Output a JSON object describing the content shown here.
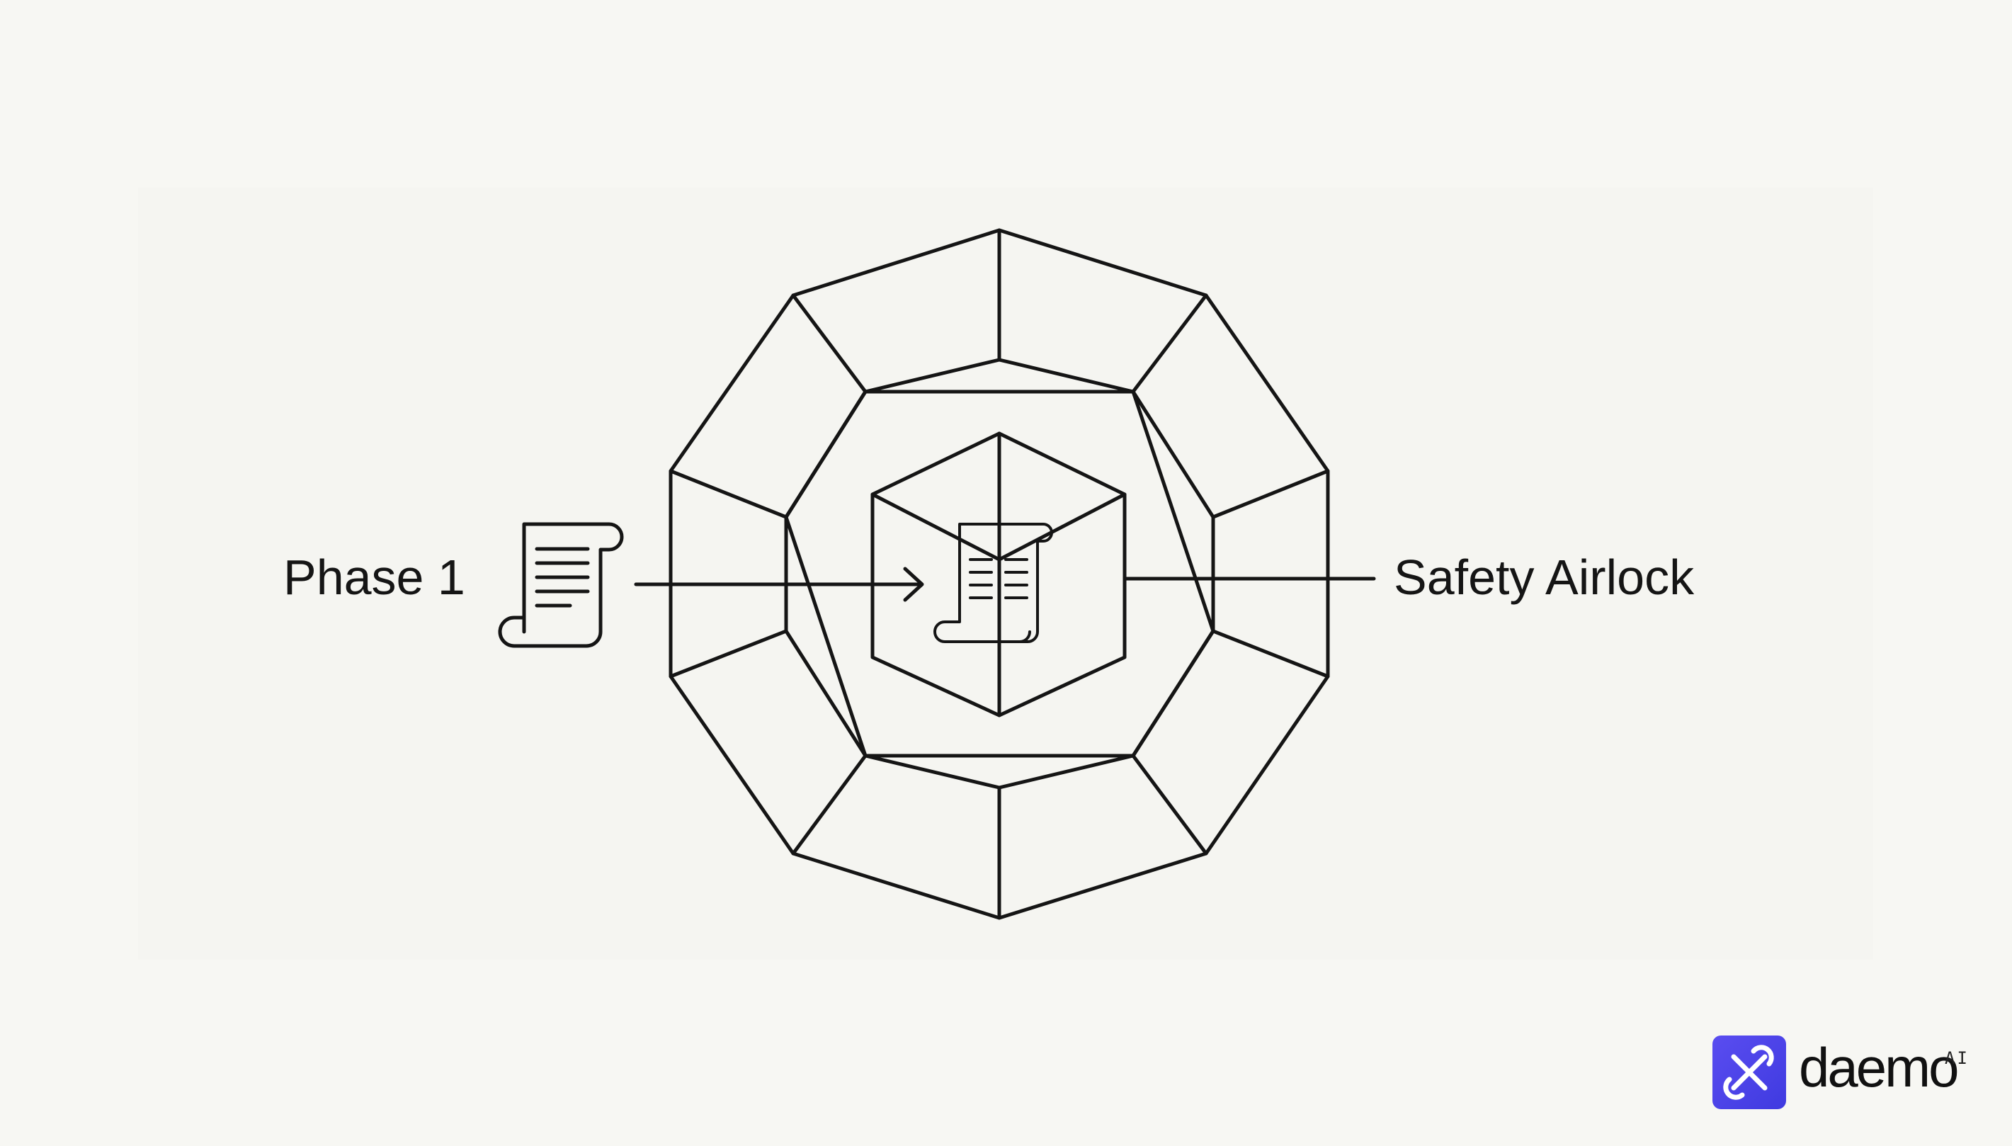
{
  "diagram": {
    "left_label": "Phase 1",
    "right_label": "Safety Airlock",
    "stroke_color": "#151515",
    "background": "#f7f7f3"
  },
  "icons": {
    "outer_document": "scroll-document-icon",
    "inner_document": "scroll-document-icon",
    "shield": "nested-polygon-shield-icon",
    "cube": "cube-icon"
  },
  "brand": {
    "name": "daemo",
    "suffix": "AI",
    "logo_color": "#4c43ea",
    "logo_icon": "crossed-links-icon"
  }
}
